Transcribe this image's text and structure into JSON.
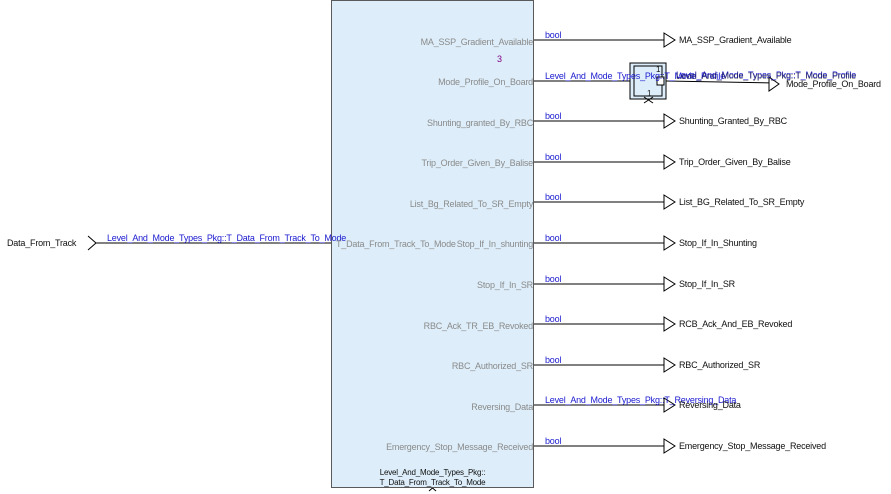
{
  "diagram": {
    "input": {
      "name": "Data_From_Track",
      "type": "Level_And_Mode_Types_Pkg::T_Data_From_Track_To_Mode",
      "port_label": "T_Data_From_Track_To_Mode"
    },
    "block": {
      "type_line1": "Level_And_Mode_Types_Pkg::",
      "type_line2": "T_Data_From_Track_To_Mode"
    },
    "outputs": [
      {
        "port": "MA_SSP_Gradient_Available",
        "type": "bool",
        "target": "MA_SSP_Gradient_Available"
      },
      {
        "port": "Mode_Profile_On_Board",
        "type": "Level_And_Mode_Types_Pkg::T_Mode_Profile",
        "target": "Mode_Profile_On_Board"
      },
      {
        "port": "Shunting_granted_By_RBC",
        "type": "bool",
        "target": "Shunting_Granted_By_RBC"
      },
      {
        "port": "Trip_Order_Given_By_Balise",
        "type": "bool",
        "target": "Trip_Order_Given_By_Balise"
      },
      {
        "port": "List_Bg_Related_To_SR_Empty",
        "type": "bool",
        "target": "List_BG_Related_To_SR_Empty"
      },
      {
        "port": "Stop_If_In_shunting",
        "type": "bool",
        "target": "Stop_If_In_Shunting"
      },
      {
        "port": "Stop_If_In_SR",
        "type": "bool",
        "target": "Stop_If_In_SR"
      },
      {
        "port": "RBC_Ack_TR_EB_Revoked",
        "type": "bool",
        "target": "RCB_Ack_And_EB_Revoked"
      },
      {
        "port": "RBC_Authorized_SR",
        "type": "bool",
        "target": "RBC_Authorized_SR"
      },
      {
        "port": "Reversing_Data",
        "type": "Level_And_Mode_Types_Pkg::T_Reversing_Data",
        "target": "Reversing_Data"
      },
      {
        "port": "Emergency_Stop_Message_Received",
        "type": "bool",
        "target": "Emergency_Stop_Message_Received"
      }
    ],
    "selector": {
      "instance": "3",
      "index_top": "1",
      "index_bottom": "1",
      "out_type": "Level_And_Mode_Types_Pkg::T_Mode_Profile",
      "overlap_text": "Level_And_Mode_Types_Pkg::T_Mode_Profile"
    }
  }
}
